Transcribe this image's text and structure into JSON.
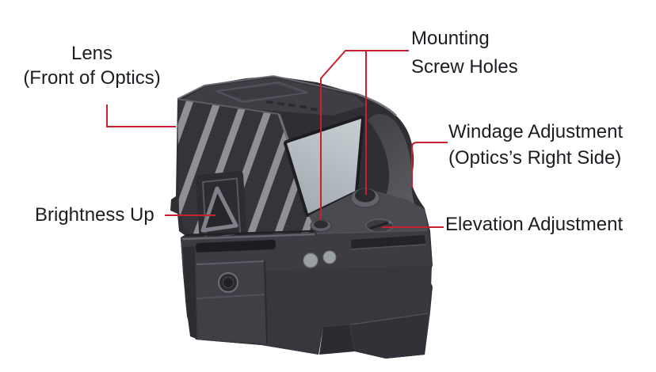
{
  "labels": {
    "lens": {
      "line1": "Lens",
      "line2": "(Front of Optics)"
    },
    "mounting_screw_holes": {
      "line1": "Mounting",
      "line2": "Screw Holes"
    },
    "windage": {
      "line1": "Windage Adjustment",
      "line2": "(Optics’s Right Side)"
    },
    "brightness_up": {
      "line1": "Brightness Up"
    },
    "elevation": {
      "line1": "Elevation Adjustment"
    }
  },
  "colors": {
    "leader_line": "#c8202f",
    "label_text": "#1c1c22",
    "background": "#ffffff",
    "body": "#303035",
    "stripe": "#8f8f94",
    "glass": "#b4bcc2"
  }
}
